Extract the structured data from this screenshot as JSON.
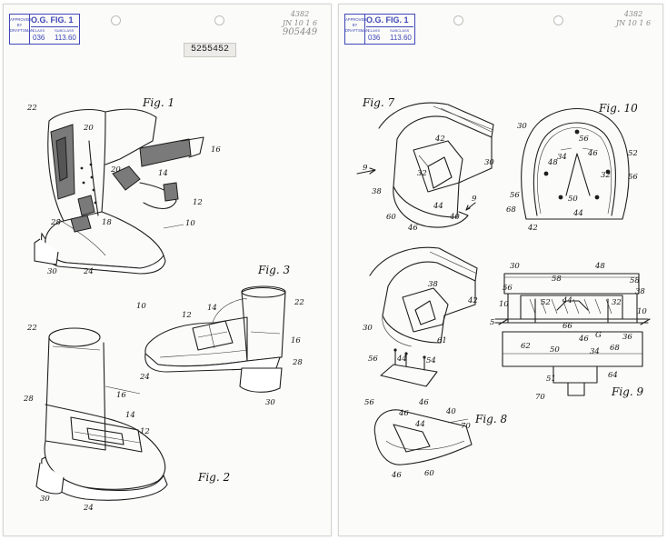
{
  "sheets": {
    "left": {
      "stamp": {
        "approved_text": [
          "APPROVED",
          "BY",
          "DRAFTSMAN"
        ],
        "fig_label": "O.G. FIG.",
        "fig_number": "1",
        "class_label": "CLASS",
        "subclass_label": "SUBCLASS",
        "class_value": "036",
        "subclass_value": "113.60"
      },
      "handwritten": [
        "4382",
        "JN 10 1 6",
        "905449"
      ],
      "patent_number": "5255452",
      "figures": [
        {
          "label": "Fig. 1",
          "refs": [
            "22",
            "20",
            "16",
            "20",
            "14",
            "12",
            "18",
            "10",
            "28",
            "30",
            "24"
          ]
        },
        {
          "label": "Fig. 3",
          "refs": [
            "10",
            "12",
            "14",
            "22",
            "16",
            "28",
            "24",
            "30"
          ]
        },
        {
          "label": "Fig. 2",
          "refs": [
            "22",
            "16",
            "28",
            "14",
            "12",
            "30",
            "24"
          ]
        }
      ]
    },
    "right": {
      "stamp": {
        "approved_text": [
          "APPROVED",
          "BY",
          "DRAFTSMAN"
        ],
        "fig_label": "O.G. FIG.",
        "fig_number": "1",
        "class_label": "CLASS",
        "subclass_label": "SUBCLASS",
        "class_value": "036",
        "subclass_value": "113.60"
      },
      "handwritten": [
        "4382",
        "JN 10 1 6"
      ],
      "figures": [
        {
          "label": "Fig. 7",
          "refs": [
            "42",
            "9",
            "32",
            "30",
            "38",
            "44",
            "40",
            "9",
            "60",
            "46"
          ]
        },
        {
          "label": "Fig. 10",
          "refs": [
            "30",
            "34",
            "56",
            "46",
            "52",
            "48",
            "32",
            "56",
            "50",
            "56",
            "68",
            "44",
            "42"
          ]
        },
        {
          "label": "Fig. 9",
          "refs": [
            "30",
            "58",
            "48",
            "56",
            "58",
            "38",
            "10",
            "52",
            "44",
            "32",
            "10",
            "5",
            "66",
            "46",
            "G",
            "36",
            "62",
            "50",
            "34",
            "68",
            "64",
            "51",
            "70"
          ]
        },
        {
          "label": "Fig. 8",
          "refs": [
            "38",
            "42",
            "30",
            "61",
            "56",
            "44",
            "54",
            "56",
            "46",
            "46",
            "40",
            "44",
            "70",
            "46",
            "60"
          ]
        }
      ]
    }
  }
}
